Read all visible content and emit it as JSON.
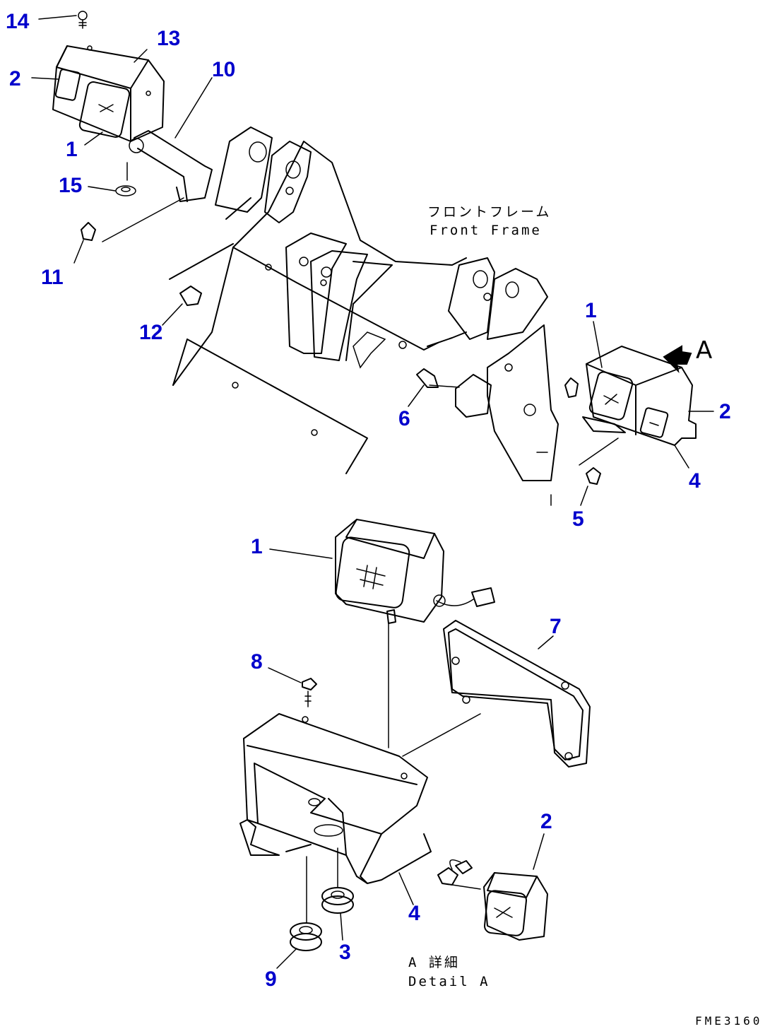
{
  "labels": {
    "frame_jp": "フロントフレーム",
    "frame_en": "Front Frame",
    "view_marker": "A",
    "detail_jp": "A 詳細",
    "detail_en": "Detail A",
    "drawing_code": "FME3160"
  },
  "callouts": {
    "top_left": [
      "14",
      "13",
      "10",
      "2",
      "1",
      "15",
      "11",
      "12"
    ],
    "right_assembly": [
      "1",
      "2",
      "4",
      "6",
      "5"
    ],
    "detail": [
      "1",
      "7",
      "8",
      "2",
      "4",
      "3",
      "9"
    ]
  }
}
